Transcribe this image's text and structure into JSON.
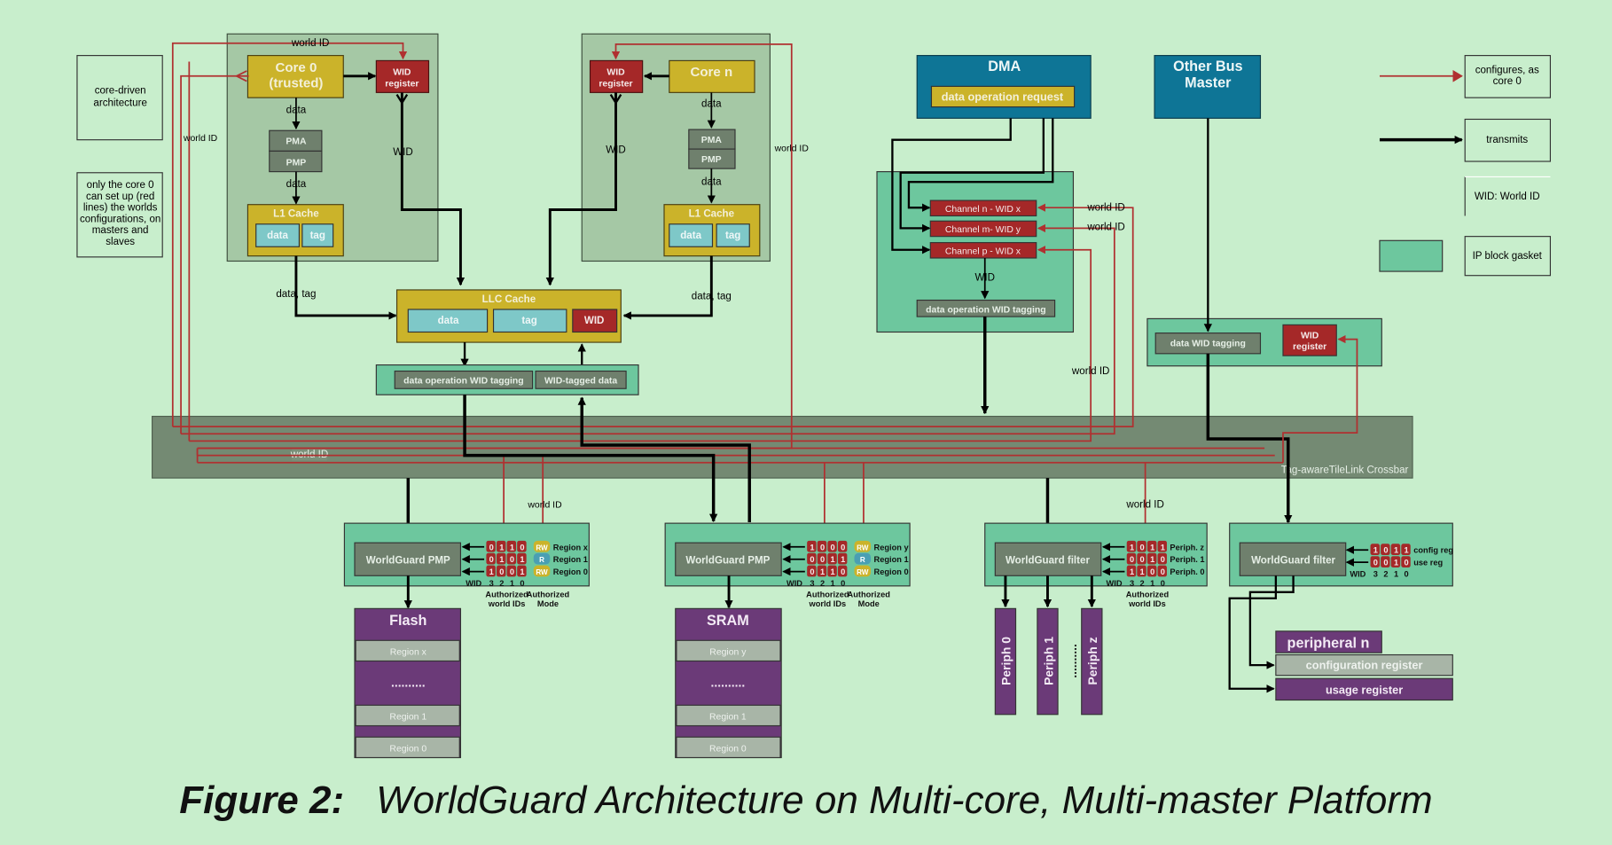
{
  "caption": {
    "label": "Figure 2:",
    "title": "WorldGuard Architecture on Multi-core, Multi-master Platform"
  },
  "colors": {
    "background": "#c8eecc",
    "red_line": "#b03030",
    "black_line": "#000000",
    "gasket": "#6dc79e",
    "core": "#cbb32a",
    "register": "#a52828",
    "cache_field": "#7ec8c8",
    "purple": "#6b3a78",
    "blue": "#0e7596",
    "crossbar": "#748a73",
    "gray_box": "#6f806d"
  },
  "notes": {
    "architecture": [
      "core-driven",
      "architecture"
    ],
    "core0_only": [
      "only the core 0",
      "can set up (red",
      "lines) the worlds",
      "configurations, on",
      "masters and",
      "slaves"
    ]
  },
  "legend": {
    "configures": [
      "configures, as",
      "core 0"
    ],
    "transmits": "transmits",
    "wid": "WID: World ID",
    "gasket": "IP block gasket"
  },
  "core0": {
    "title": [
      "Core 0",
      "(trusted)"
    ],
    "wid_register": [
      "WID",
      "register"
    ],
    "pma": "PMA",
    "pmp": "PMP",
    "data1": "data",
    "data2": "data",
    "wid": "WID",
    "l1": "L1 Cache",
    "l1_data": "data",
    "l1_tag": "tag",
    "world_id_top": "world ID",
    "world_id_left": "world ID"
  },
  "coren": {
    "title": "Core n",
    "wid_register": [
      "WID",
      "register"
    ],
    "pma": "PMA",
    "pmp": "PMP",
    "data1": "data",
    "data2": "data",
    "wid": "WID",
    "l1": "L1 Cache",
    "l1_data": "data",
    "l1_tag": "tag",
    "world_id_right": "world ID"
  },
  "llc": {
    "title": "LLC Cache",
    "data": "data",
    "tag": "tag",
    "wid": "WID",
    "left_in": "data, tag",
    "right_in": "data, tag",
    "tagging": "data operation WID tagging",
    "tagged": "WID-tagged data"
  },
  "dma": {
    "title": "DMA",
    "request": "data operation request",
    "channels": [
      "Channel n - WID x",
      "Channel m- WID y",
      "Channel p - WID x"
    ],
    "wid": "WID",
    "tagging": "data operation WID tagging",
    "world_id_1": "world ID",
    "world_id_2": "world ID",
    "world_id_3": "world ID"
  },
  "other_master": {
    "title": [
      "Other Bus",
      "Master"
    ],
    "tagging": "data WID tagging",
    "wid_register": [
      "WID",
      "register"
    ]
  },
  "crossbar": {
    "label": "Tag-awareTileLink Crossbar",
    "world_id": "world ID"
  },
  "slaves": {
    "flash": {
      "checker": "WorldGuard PMP",
      "title": "Flash",
      "regions": [
        "Region x",
        "..........",
        "Region 1",
        "Region 0"
      ],
      "world_id": "world ID",
      "bits": [
        [
          "0",
          "1",
          "1",
          "0"
        ],
        [
          "0",
          "1",
          "0",
          "1"
        ],
        [
          "1",
          "0",
          "0",
          "1"
        ]
      ],
      "modes": [
        "RW",
        "R",
        "RW"
      ],
      "labels": [
        "Region x",
        "Region 1",
        "Region 0"
      ]
    },
    "sram": {
      "checker": "WorldGuard PMP",
      "title": "SRAM",
      "regions": [
        "Region y",
        "..........",
        "Region 1",
        "Region 0"
      ],
      "bits": [
        [
          "1",
          "0",
          "0",
          "0"
        ],
        [
          "0",
          "0",
          "1",
          "1"
        ],
        [
          "0",
          "1",
          "1",
          "0"
        ]
      ],
      "modes": [
        "RW",
        "R",
        "RW"
      ],
      "labels": [
        "Region y",
        "Region 1",
        "Region 0"
      ]
    },
    "periph": {
      "checker": "WorldGuard filter",
      "world_id": "world ID",
      "names": [
        "Periph 0",
        "Periph 1",
        "Periph z"
      ],
      "dots": "..........",
      "bits": [
        [
          "1",
          "0",
          "1",
          "1"
        ],
        [
          "0",
          "0",
          "1",
          "0"
        ],
        [
          "1",
          "1",
          "0",
          "0"
        ]
      ],
      "labels": [
        "Periph. z",
        "Periph. 1",
        "Periph. 0"
      ]
    },
    "pn": {
      "checker": "WorldGuard filter",
      "title": "peripheral n",
      "config": "configuration register",
      "usage": "usage register",
      "bits": [
        [
          "1",
          "0",
          "1",
          "1"
        ],
        [
          "0",
          "0",
          "1",
          "0"
        ]
      ],
      "labels": [
        "config reg",
        "use reg"
      ]
    }
  },
  "axis": {
    "wid": "WID",
    "nums": [
      "3",
      "2",
      "1",
      "0"
    ],
    "auth_ids": [
      "Authorized",
      "world IDs"
    ],
    "auth_mode": [
      "Authorized",
      "Mode"
    ]
  }
}
